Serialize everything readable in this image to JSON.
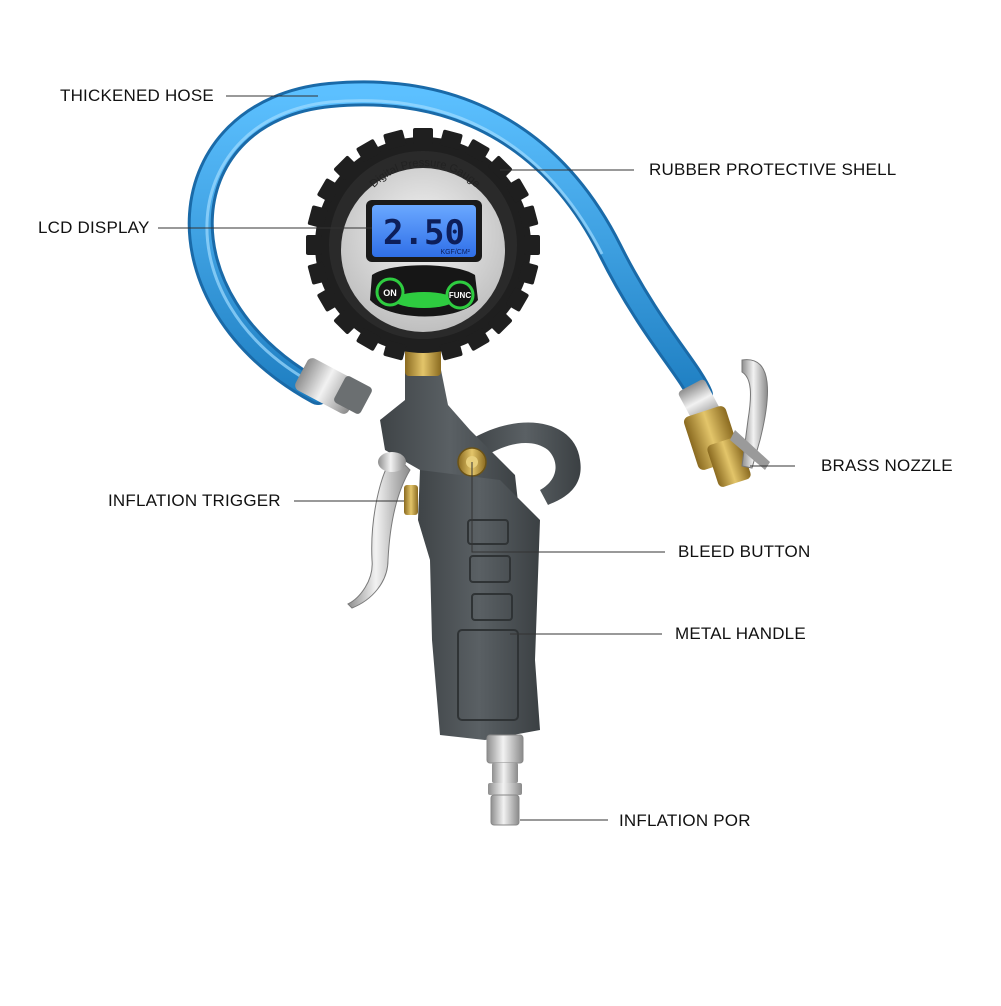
{
  "colors": {
    "hose": "#2b9be0",
    "gauge_shell": "#1c1c1c",
    "lcd": "#3a84ff",
    "gun_body": "#4e5356",
    "brass": "#c8a24a",
    "chrome": "#c9c9c9",
    "leader_line": "#333333"
  },
  "gauge": {
    "brand_text": "Digital Pressure Gauge",
    "reading": "2.50",
    "unit": "KGF/CM²",
    "on_label": "ON",
    "func_label": "FUNC"
  },
  "labels": {
    "thickened_hose": "THICKENED HOSE",
    "rubber_shell": "RUBBER PROTECTIVE SHELL",
    "lcd_display": "LCD DISPLAY",
    "brass_nozzle": "BRASS NOZZLE",
    "inflation_trigger": "INFLATION TRIGGER",
    "bleed_button": "BLEED BUTTON",
    "metal_handle": "METAL HANDLE",
    "inflation_port": "INFLATION POR"
  }
}
